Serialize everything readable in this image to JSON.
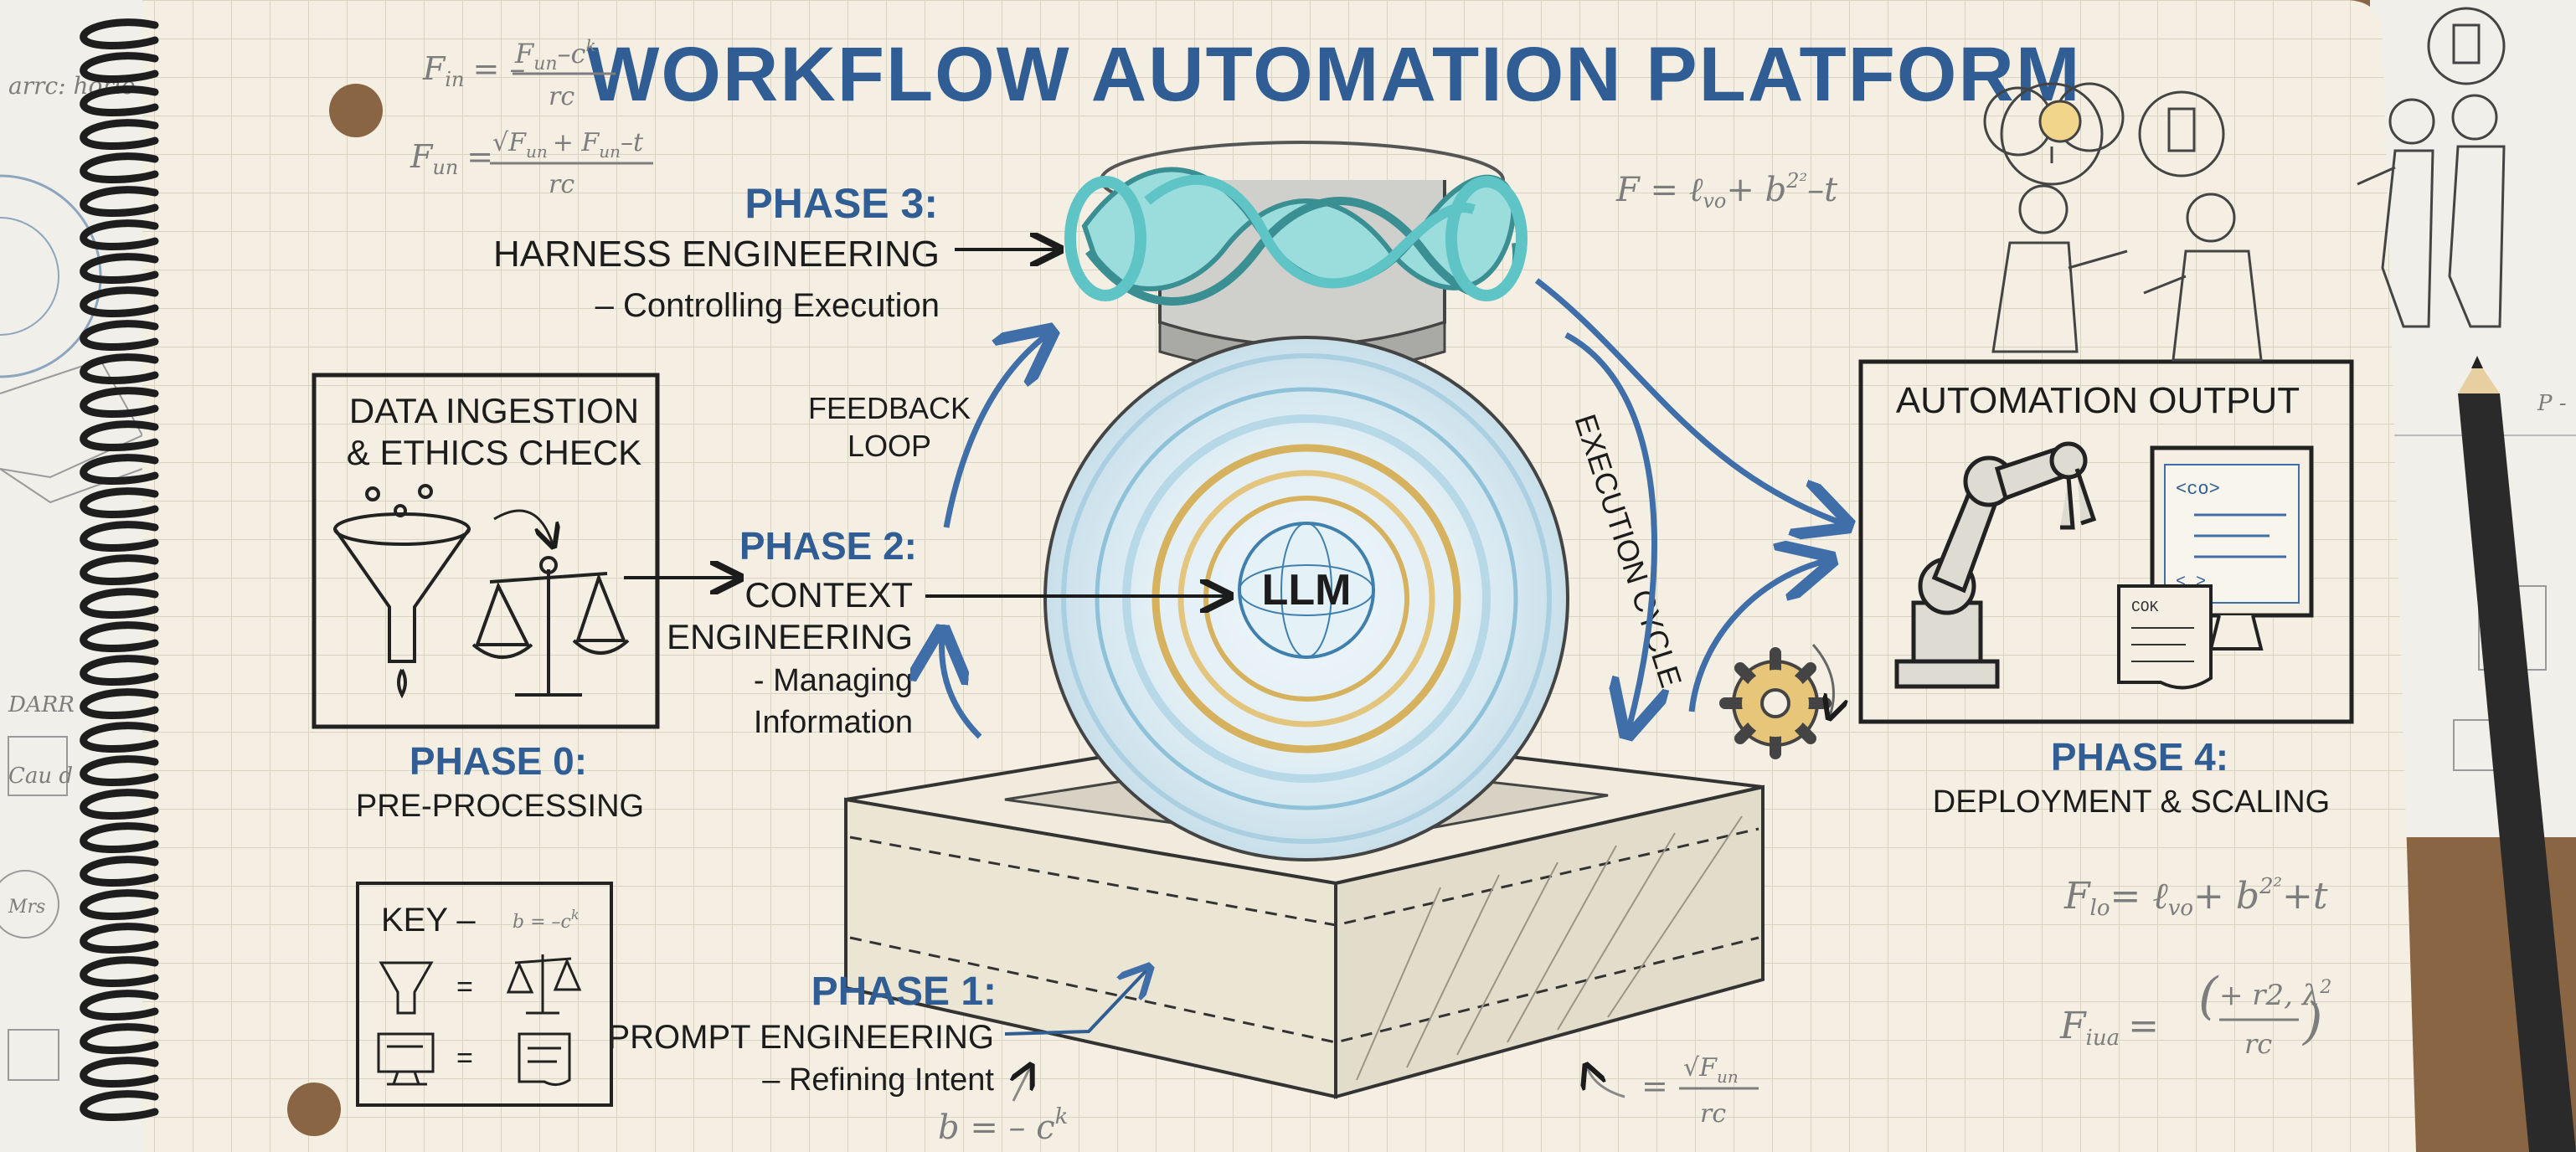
{
  "title": "WORKFLOW AUTOMATION PLATFORM",
  "center": {
    "label": "LLM"
  },
  "phase0": {
    "label": "PHASE 0:",
    "text": "PRE-PROCESSING",
    "box_title_1": "DATA INGESTION",
    "box_title_2": "& ETHICS CHECK"
  },
  "phase1": {
    "label": "PHASE 1:",
    "line1": "PROMPT ENGINEERING",
    "line2": "– Refining Intent"
  },
  "phase2": {
    "label": "PHASE 2:",
    "line1": "CONTEXT",
    "line2": "ENGINEERING",
    "line3": "- Managing",
    "line4": "Information"
  },
  "phase3": {
    "label": "PHASE 3:",
    "line1": "HARNESS ENGINEERING",
    "line2": "– Controlling Execution"
  },
  "phase4": {
    "label": "PHASE 4:",
    "text": "DEPLOYMENT & SCALING",
    "box_title": "AUTOMATION OUTPUT"
  },
  "feedback": {
    "line1": "FEEDBACK",
    "line2": "LOOP"
  },
  "execution_cycle": "EXECUTION CYCLE",
  "key": {
    "title": "KEY –",
    "eq1": "=",
    "eq2": "=",
    "note": "b = –c",
    "note_sup": "k"
  },
  "screen_code": {
    "tag": "<co>",
    "cok": "COK",
    "brackets": "< >"
  },
  "formulas": {
    "f1_lhs": "F",
    "f1_sub": "in",
    "f1_eq": "= –",
    "f1_num": "F",
    "f1_num_sub": "un",
    "f1_num_rest": "–c",
    "f1_num_sup": "k",
    "f1_den": "rc",
    "f2_lhs": "F",
    "f2_sub": "un",
    "f2_eq": "=",
    "f2_num": "√F",
    "f2_num_sub": "un",
    "f2_num_rest": "+ F",
    "f2_num_sub2": "un",
    "f2_num_rest2": "–t",
    "f2_den": "rc",
    "f3": "F = ℓ",
    "f3_sub": "vo",
    "f3_rest": "+ b",
    "f3_sup": "2²",
    "f3_end": "–t",
    "f4": "F",
    "f4_sub": "lo",
    "f4_rest": "= ℓ",
    "f4_sub2": "vo",
    "f4_rest2": "+ b",
    "f4_sup": "2²",
    "f4_end": "+t",
    "f5": "F",
    "f5_sub": "iua",
    "f5_eq": "=",
    "f5_num": "+ r2, λ",
    "f5_num_sup": "2",
    "f5_den": "rc",
    "f6": "b = – c",
    "f6_sup": "k",
    "f7_eq": "=",
    "f7_num": "√F",
    "f7_num_sub": "un",
    "f7_den": "rc"
  },
  "left_scraps": {
    "s1": "arrc: horio",
    "s2": "DARR",
    "s3": "Cau d",
    "s4": "Mrs"
  },
  "right_scraps": {
    "s1": "P -"
  },
  "colors": {
    "paper": "#f4efe2",
    "grid": "#d9d3c2",
    "ink": "#1c1c1c",
    "accent_blue": "#2f5d94",
    "teal": "#5fc4c6",
    "gold": "#d6b25e",
    "desk": "#8a6544"
  }
}
